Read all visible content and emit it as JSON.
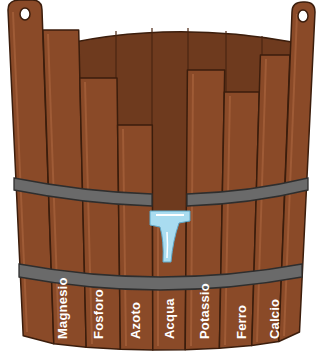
{
  "diagram": {
    "labels": [
      "Magnesio",
      "Fosforo",
      "Azoto",
      "Acqua",
      "Potassio",
      "Ferro",
      "Calcio"
    ]
  }
}
